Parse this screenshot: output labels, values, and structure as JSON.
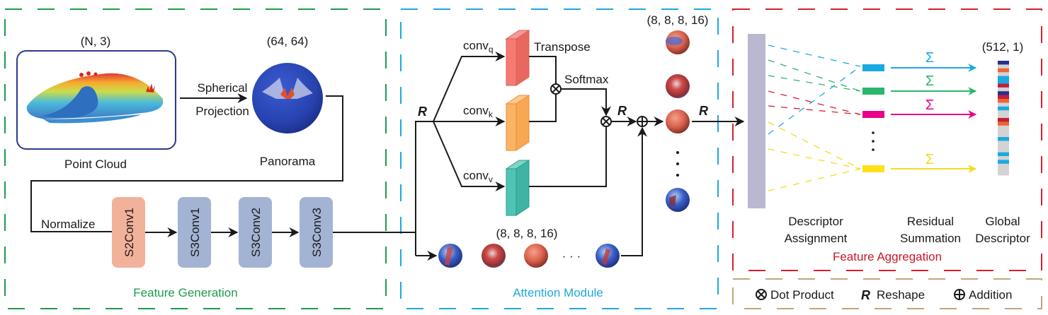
{
  "colors": {
    "feature_generation": "#1e9a4e",
    "attention_module": "#1fa8dc",
    "feature_aggregation": "#d81f2e",
    "legend_border": "#c4a47c",
    "s2conv": "#f2b19a",
    "s3conv": "#a3b3d3",
    "conv_q": "#f47b74",
    "conv_k": "#f9b464",
    "conv_v": "#4fc4b4",
    "cluster_blue": "#1aaae2",
    "cluster_green": "#2bb56e",
    "cluster_magenta": "#e8008a",
    "cluster_yellow": "#ffe01a",
    "assignment_bar": "#bab8d0",
    "descriptor_base": "#d3d3d3"
  },
  "feature_generation": {
    "title": "Feature Generation",
    "point_cloud": {
      "shape": "(N, 3)",
      "label": "Point Cloud"
    },
    "projection_label": [
      "Spherical",
      "Projection"
    ],
    "panorama": {
      "shape": "(64, 64)",
      "label": "Panorama"
    },
    "normalize_label": "Normalize",
    "blocks": [
      "S2Conv1",
      "S3Conv1",
      "S3Conv2",
      "S3Conv3"
    ]
  },
  "attention_module": {
    "title": "Attention Module",
    "reshape_symbol": "R",
    "convs": [
      {
        "name": "conv",
        "sub": "q"
      },
      {
        "name": "conv",
        "sub": "k"
      },
      {
        "name": "conv",
        "sub": "v"
      }
    ],
    "transpose_label": "Transpose",
    "softmax_label": "Softmax",
    "input_shape": "(8, 8, 8, 16)",
    "output_shape": "(8, 8, 8, 16)",
    "input_ellipsis": "· · ·",
    "output_ellipsis": "⋮"
  },
  "feature_aggregation": {
    "title": "Feature Aggregation",
    "sum_symbol": "Σ",
    "descriptor_shape": "(512, 1)",
    "labels": {
      "assignment": [
        "Descriptor",
        "Assignment"
      ],
      "summation": [
        "Residual",
        "Summation"
      ],
      "global": [
        "Global",
        "Descriptor"
      ]
    },
    "descriptor_stripes": [
      "navy",
      "base",
      "orange",
      "base",
      "blue",
      "blue",
      "red",
      "base",
      "navy",
      "red",
      "orange",
      "base",
      "blue",
      "base",
      "base",
      "red",
      "orange",
      "base",
      "base",
      "base",
      "blue",
      "base",
      "base",
      "base",
      "blue",
      "base",
      "blue",
      "base",
      "base",
      "base"
    ]
  },
  "legend": {
    "items": [
      {
        "symbol": "⊗",
        "label": "Dot Product"
      },
      {
        "symbol": "R",
        "label": "Reshape"
      },
      {
        "symbol": "⊕",
        "label": "Addition"
      }
    ]
  }
}
